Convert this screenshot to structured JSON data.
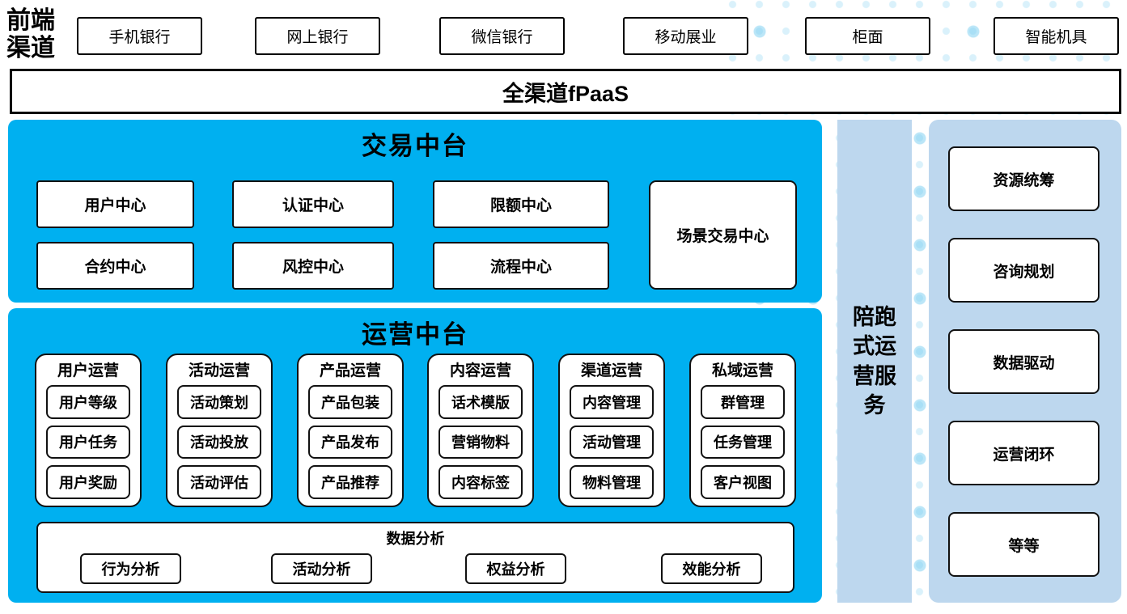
{
  "colors": {
    "platform_blue": "#00B0F0",
    "panel_light_blue": "#BDD7EE",
    "dot_pattern_blue": "#C9E9F7",
    "box_border": "#000000",
    "text": "#000000"
  },
  "front_channel_label": "前端渠道",
  "channels": [
    "手机银行",
    "网上银行",
    "微信银行",
    "移动展业",
    "柜面",
    "智能机具"
  ],
  "fpaas_bar_label": "全渠道fPaaS",
  "transaction_platform": {
    "title": "交易中台",
    "boxes": [
      "用户中心",
      "认证中心",
      "限额中心",
      "合约中心",
      "风控中心",
      "流程中心"
    ],
    "scene_box": "场景交易中心"
  },
  "operation_platform": {
    "title": "运营中台",
    "columns": [
      {
        "header": "用户运营",
        "items": [
          "用户等级",
          "用户任务",
          "用户奖励"
        ]
      },
      {
        "header": "活动运营",
        "items": [
          "活动策划",
          "活动投放",
          "活动评估"
        ]
      },
      {
        "header": "产品运营",
        "items": [
          "产品包装",
          "产品发布",
          "产品推荐"
        ]
      },
      {
        "header": "内容运营",
        "items": [
          "话术模版",
          "营销物料",
          "内容标签"
        ]
      },
      {
        "header": "渠道运营",
        "items": [
          "内容管理",
          "活动管理",
          "物料管理"
        ]
      },
      {
        "header": "私域运营",
        "items": [
          "群管理",
          "任务管理",
          "客户视图"
        ]
      }
    ],
    "analysis": {
      "title": "数据分析",
      "items": [
        "行为分析",
        "活动分析",
        "权益分析",
        "效能分析"
      ]
    }
  },
  "side_service_label": "陪跑式运营服务",
  "service_panel": {
    "items": [
      {
        "label": "资源统筹",
        "bold": true
      },
      {
        "label": "咨询规划",
        "bold": false
      },
      {
        "label": "数据驱动",
        "bold": false
      },
      {
        "label": "运营闭环",
        "bold": true
      },
      {
        "label": "等等",
        "bold": false
      }
    ]
  }
}
